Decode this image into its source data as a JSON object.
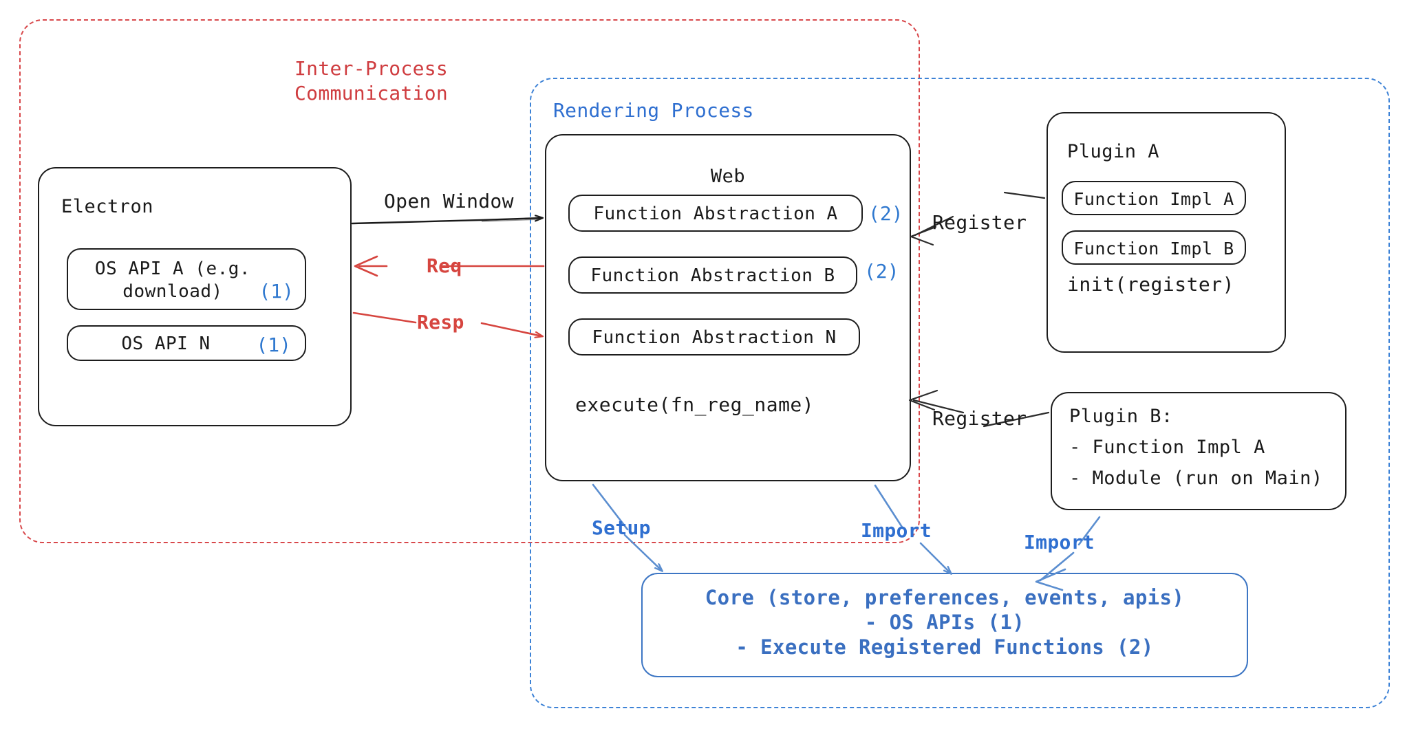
{
  "diagram": {
    "title": "Electron plugin architecture diagram",
    "colors": {
      "ipc_red": "#cf3c3f",
      "render_blue": "#2f6fd0",
      "core_blue": "#3a6fc0",
      "marker_blue": "#2f78cf",
      "box_stroke": "#1d1d1d",
      "background": "#ffffff"
    }
  },
  "groups": {
    "ipc": {
      "label": "Inter-Process\nCommunication",
      "style": "dashed-red"
    },
    "rendering": {
      "label": "Rendering Process",
      "style": "dashed-blue"
    }
  },
  "electron": {
    "title": "Electron",
    "items": [
      {
        "label": "OS API A (e.g.\ndownload)",
        "marker": "(1)"
      },
      {
        "label": "OS API N",
        "marker": "(1)"
      }
    ]
  },
  "web": {
    "title": "Web",
    "items": [
      {
        "label": "Function Abstraction A",
        "marker": "(2)"
      },
      {
        "label": "Function Abstraction B",
        "marker": "(2)"
      },
      {
        "label": "Function Abstraction N",
        "marker": ""
      }
    ],
    "footer": "execute(fn_reg_name)"
  },
  "plugin_a": {
    "title": "Plugin A",
    "items": [
      {
        "label": "Function Impl A"
      },
      {
        "label": "Function Impl B"
      }
    ],
    "footer": "init(register)"
  },
  "plugin_b": {
    "lines": [
      "Plugin B:",
      "- Function Impl A",
      "- Module (run on Main)"
    ]
  },
  "core": {
    "lines": [
      "Core (store, preferences, events, apis)",
      "- OS APIs (1)",
      "- Execute Registered Functions (2)"
    ]
  },
  "edges": [
    {
      "id": "open-window",
      "label": "Open Window",
      "color": "black",
      "from": "electron",
      "to": "web",
      "direction": "right"
    },
    {
      "id": "req",
      "label": "Req",
      "color": "red",
      "from": "web",
      "to": "electron",
      "direction": "left"
    },
    {
      "id": "resp",
      "label": "Resp",
      "color": "red",
      "from": "electron",
      "to": "web",
      "direction": "right"
    },
    {
      "id": "register-a",
      "label": "Register",
      "color": "black",
      "from": "plugin_a",
      "to": "web",
      "direction": "left"
    },
    {
      "id": "register-b",
      "label": "Register",
      "color": "black",
      "from": "plugin_b",
      "to": "web",
      "direction": "left"
    },
    {
      "id": "setup",
      "label": "Setup",
      "color": "blue",
      "from": "web",
      "to": "core",
      "direction": "down-right"
    },
    {
      "id": "import-web",
      "label": "Import",
      "color": "blue",
      "from": "web",
      "to": "core",
      "direction": "down-right"
    },
    {
      "id": "import-plugin-b",
      "label": "Import",
      "color": "blue",
      "from": "plugin_b",
      "to": "core",
      "direction": "down-left"
    }
  ]
}
